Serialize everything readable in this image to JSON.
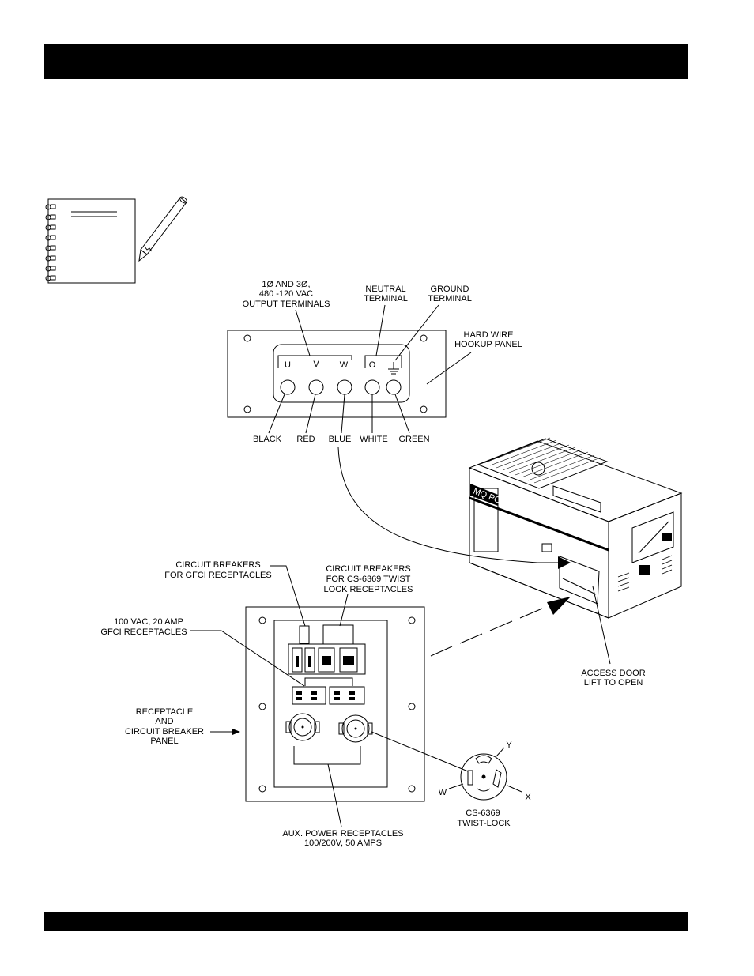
{
  "header": {
    "title": ""
  },
  "footer": {
    "text": ""
  },
  "hookup": {
    "output_terminals": [
      "1Ø AND 3Ø,",
      "480 -120 VAC",
      "OUTPUT TERMINALS"
    ],
    "neutral_terminal": [
      "NEUTRAL",
      "TERMINAL"
    ],
    "ground_terminal": [
      "GROUND",
      "TERMINAL"
    ],
    "panel_label": [
      "HARD WIRE",
      "HOOKUP PANEL"
    ],
    "terminal_letters": [
      "U",
      "V",
      "W",
      "O"
    ],
    "wire_colors": [
      "BLACK",
      "RED",
      "BLUE",
      "WHITE",
      "GREEN"
    ]
  },
  "generator": {
    "brand": "MQ POWER"
  },
  "receptacle_panel": {
    "cb_gfci": [
      "CIRCUIT BREAKERS",
      "FOR GFCI RECEPTACLES"
    ],
    "cb_twist": [
      "CIRCUIT BREAKERS",
      "FOR CS-6369 TWIST",
      "LOCK RECEPTACLES"
    ],
    "gfci": [
      "100 VAC, 20 AMP",
      "GFCI RECEPTACLES"
    ],
    "panel_label": [
      "RECEPTACLE",
      "AND",
      "CIRCUIT BREAKER",
      "PANEL"
    ],
    "aux": [
      "AUX. POWER RECEPTACLES",
      "100/200V, 50 AMPS"
    ],
    "access_door": [
      "ACCESS DOOR",
      "LIFT TO OPEN"
    ],
    "twistlock": [
      "CS-6369",
      "TWIST-LOCK"
    ],
    "twistlock_pins": [
      "Y",
      "W",
      "X"
    ]
  }
}
